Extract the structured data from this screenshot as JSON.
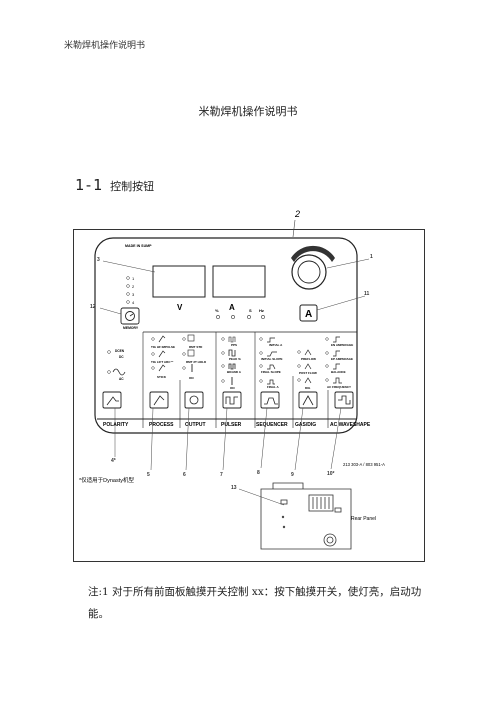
{
  "page": {
    "running_header": "米勒焊机操作说明书",
    "title": "米勒焊机操作说明书",
    "section": {
      "number": "1-1",
      "title": "控制按钮"
    },
    "note": "注:1 对于所有前面板触摸开关控制 xx：按下触摸开关，使灯亮，启动功能。"
  },
  "figure": {
    "callouts": [
      "2",
      "3",
      "1",
      "11",
      "12",
      "4*",
      "5",
      "6",
      "7",
      "8",
      "9",
      "10*",
      "13"
    ],
    "panel": {
      "brand": "MADE IN SUMP",
      "volt_label": "V",
      "amp_label": "A",
      "unit_labels": [
        "%",
        "A",
        "S",
        "Hz"
      ],
      "amperage_button": "A",
      "memory_label": "MEMORY",
      "memory_slots": [
        "1",
        "2",
        "3",
        "4"
      ],
      "groups": [
        {
          "name": "POLARITY",
          "options": [
            "DCEN",
            "DC",
            "AC"
          ]
        },
        {
          "name": "PROCESS",
          "options": [
            "TIG HF IMPULSE",
            "TIG LIFT ARC™",
            "STICK"
          ]
        },
        {
          "name": "OUTPUT",
          "options": [
            "RMT STD",
            "RMT 2T HOLD",
            "ON"
          ]
        },
        {
          "name": "PULSER",
          "options": [
            "PPS",
            "PEAK %",
            "BKGND A",
            "ON"
          ]
        },
        {
          "name": "SEQUENCER",
          "options": [
            "INITIAL A",
            "INITIAL SLOPE",
            "FINAL SLOPE",
            "FINAL A"
          ]
        },
        {
          "name": "GAS/DIG",
          "options": [
            "PREFLOW",
            "POST FLOW",
            "DIG"
          ]
        },
        {
          "name": "AC WAVESHAPE",
          "options": [
            "EN AMPERAGE",
            "EP AMPERAGE",
            "BALANCE",
            "AC FREQUENCY"
          ]
        }
      ]
    },
    "footnote": "*仅适用于Dynasty机型",
    "ref_code": "213 303-A / 803 951-A",
    "rear_panel_label": "Rear Panel"
  }
}
